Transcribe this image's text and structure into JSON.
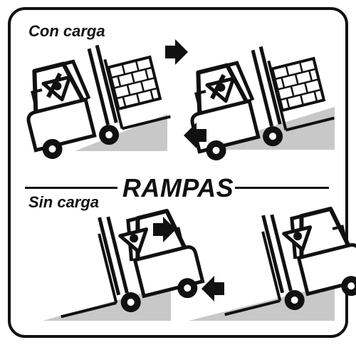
{
  "sign": {
    "title": "RAMPAS",
    "loaded_label": "Con carga",
    "unloaded_label": "Sin carga",
    "colors": {
      "ink": "#111111",
      "ramp": "#c8c8c8",
      "background": "#ffffff"
    }
  },
  "panels": [
    {
      "id": "loaded-up",
      "icons": [
        "forklift-icon",
        "warning-operator-icon",
        "arrow-right-icon"
      ]
    },
    {
      "id": "loaded-down",
      "icons": [
        "forklift-icon",
        "warning-operator-icon",
        "arrow-left-icon"
      ]
    },
    {
      "id": "unloaded-up",
      "icons": [
        "forklift-icon",
        "warning-operator-icon",
        "arrow-right-icon"
      ]
    },
    {
      "id": "unloaded-down",
      "icons": [
        "forklift-icon",
        "warning-operator-icon",
        "arrow-left-icon"
      ]
    }
  ]
}
